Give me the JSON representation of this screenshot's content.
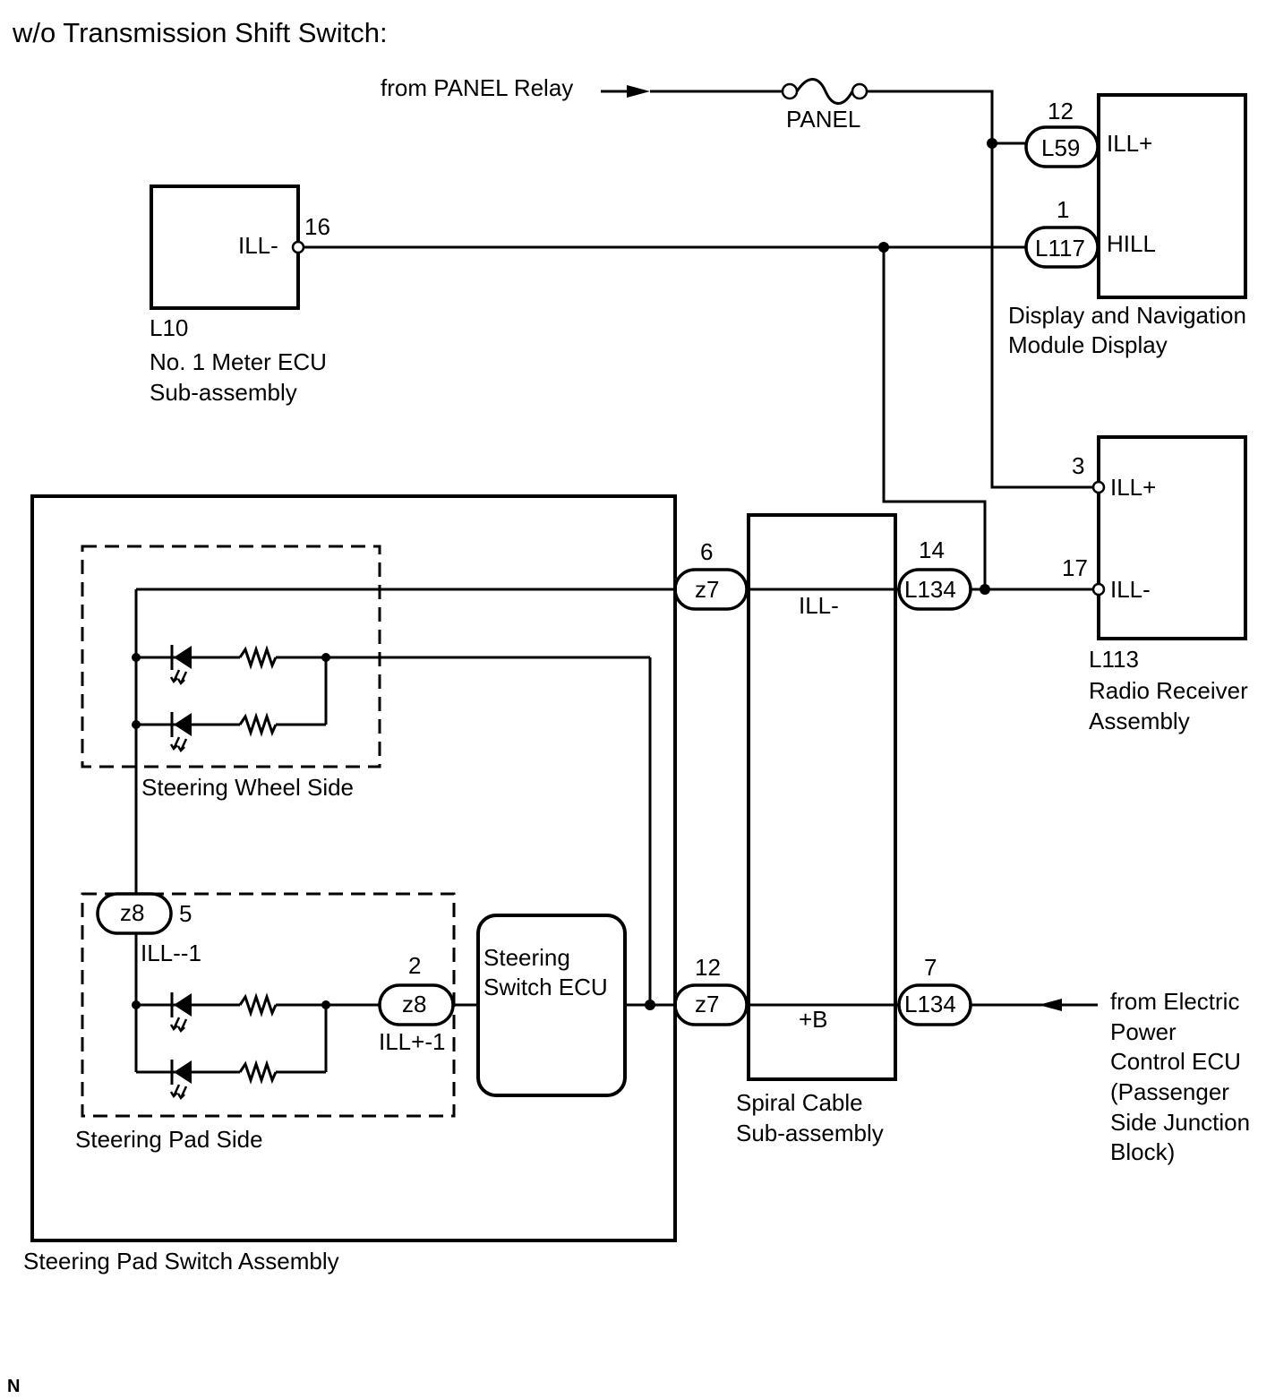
{
  "title": "w/o Transmission Shift Switch:",
  "footer_mark": "N",
  "panel_relay": {
    "source": "from PANEL Relay",
    "fuse": "PANEL"
  },
  "meter_ecu": {
    "code": "L10",
    "name_line1": "No. 1 Meter ECU",
    "name_line2": "Sub-assembly",
    "terminal_name": "ILL-",
    "pin": "16"
  },
  "display_module": {
    "name_line1": "Display and Navigation",
    "name_line2": "Module Display",
    "pins": [
      {
        "pin": "12",
        "connector": "L59",
        "terminal": "ILL+"
      },
      {
        "pin": "1",
        "connector": "L117",
        "terminal": "HILL"
      }
    ]
  },
  "radio_receiver": {
    "code": "L113",
    "name_line1": "Radio Receiver",
    "name_line2": "Assembly",
    "pins": [
      {
        "pin": "3",
        "terminal": "ILL+"
      },
      {
        "pin": "17",
        "terminal": "ILL-"
      }
    ]
  },
  "spiral_cable": {
    "name_line1": "Spiral Cable",
    "name_line2": "Sub-assembly",
    "signals": [
      "ILL-",
      "+B"
    ],
    "left_connectors": [
      {
        "pin": "6",
        "connector": "z7"
      },
      {
        "pin": "12",
        "connector": "z7"
      }
    ],
    "right_connectors": [
      {
        "pin": "14",
        "connector": "L134"
      },
      {
        "pin": "7",
        "connector": "L134"
      }
    ]
  },
  "steering_pad_switch": {
    "name": "Steering Pad Switch Assembly",
    "wheel_side": "Steering Wheel Side",
    "pad_side": "Steering Pad Side",
    "ecu_line1": "Steering",
    "ecu_line2": "Switch ECU",
    "z8_left": {
      "connector": "z8",
      "pin": "5",
      "terminal": "ILL--1"
    },
    "z8_right": {
      "connector": "z8",
      "pin": "2",
      "terminal": "ILL+-1"
    }
  },
  "electric_power_source": {
    "line1": "from Electric",
    "line2": "Power",
    "line3": "Control ECU",
    "line4": "(Passenger",
    "line5": "Side Junction",
    "line6": "Block)"
  }
}
